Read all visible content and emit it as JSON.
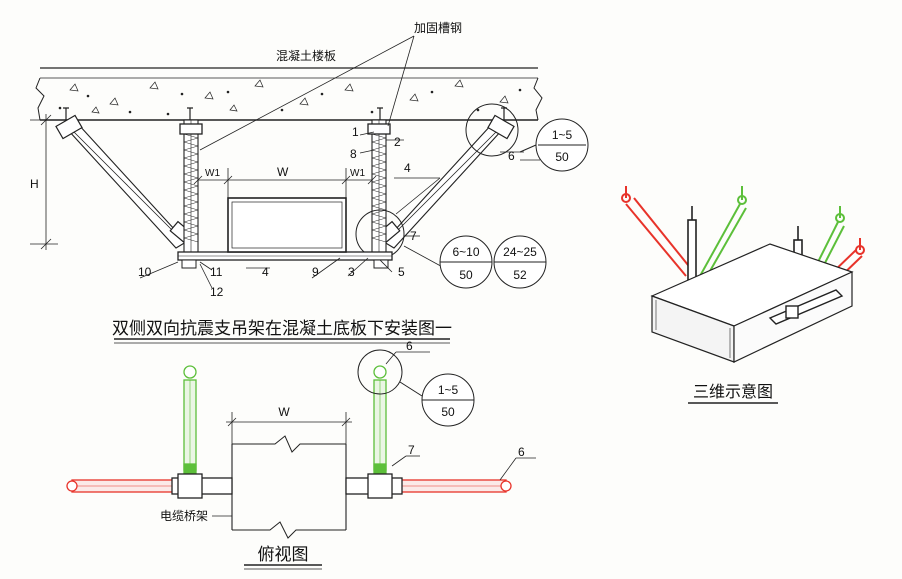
{
  "section": {
    "label_slab": "混凝土楼板",
    "label_channel": "加固槽钢",
    "dim_h": "H",
    "dim_w": "W",
    "dim_w1": "W1",
    "nums": {
      "n1": "1",
      "n2": "2",
      "n3": "3",
      "n4a": "4",
      "n4b": "4",
      "n5": "5",
      "n6": "6",
      "n7": "7",
      "n8": "8",
      "n9": "9",
      "n10": "10",
      "n11": "11",
      "n12": "12"
    },
    "ref_a": {
      "top": "1~5",
      "bottom": "50"
    },
    "ref_b": {
      "top": "6~10",
      "bottom": "50"
    },
    "ref_c": {
      "top": "24~25",
      "bottom": "52"
    },
    "caption": "双侧双向抗震支吊架在混凝土底板下安装图一"
  },
  "plan": {
    "caption": "俯视图",
    "label_tray": "电缆桥架",
    "dim_w": "W",
    "num_6a": "6",
    "num_6b": "6",
    "num_7": "7",
    "ref": {
      "top": "1~5",
      "bottom": "50"
    }
  },
  "iso": {
    "caption": "三维示意图"
  },
  "colors": {
    "line": "#222222",
    "red": "#e8332a",
    "green": "#5cbf3a"
  }
}
